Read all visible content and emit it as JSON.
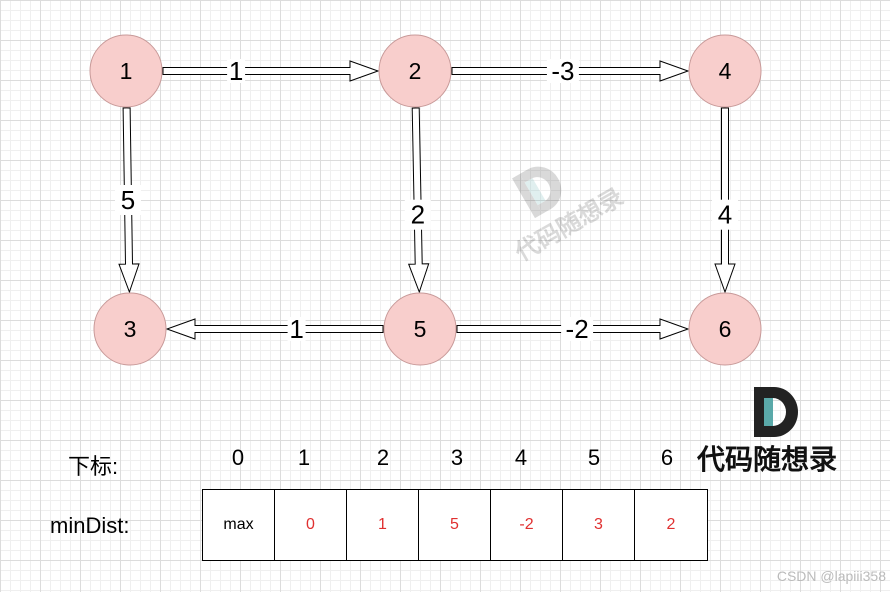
{
  "graph": {
    "nodes": [
      {
        "id": "1",
        "label": "1"
      },
      {
        "id": "2",
        "label": "2"
      },
      {
        "id": "4",
        "label": "4"
      },
      {
        "id": "3",
        "label": "3"
      },
      {
        "id": "5",
        "label": "5"
      },
      {
        "id": "6",
        "label": "6"
      }
    ],
    "edges": [
      {
        "from": "1",
        "to": "2",
        "weight": "1"
      },
      {
        "from": "2",
        "to": "4",
        "weight": "-3"
      },
      {
        "from": "1",
        "to": "3",
        "weight": "5"
      },
      {
        "from": "2",
        "to": "5",
        "weight": "2"
      },
      {
        "from": "4",
        "to": "6",
        "weight": "4"
      },
      {
        "from": "5",
        "to": "3",
        "weight": "1"
      },
      {
        "from": "5",
        "to": "6",
        "weight": "-2"
      }
    ],
    "colors": {
      "node_fill": "#f8cecc",
      "node_stroke": "#c89a99",
      "value_red": "#e03030"
    }
  },
  "table": {
    "index_label": "下标:",
    "dist_label": "minDist:",
    "indices": [
      "0",
      "1",
      "2",
      "3",
      "4",
      "5",
      "6"
    ],
    "values": [
      "max",
      "0",
      "1",
      "5",
      "-2",
      "3",
      "2"
    ]
  },
  "watermark": {
    "brand": "代码随想录",
    "icon": "letter-d-logo-icon"
  },
  "credit": "CSDN @lapiii358"
}
